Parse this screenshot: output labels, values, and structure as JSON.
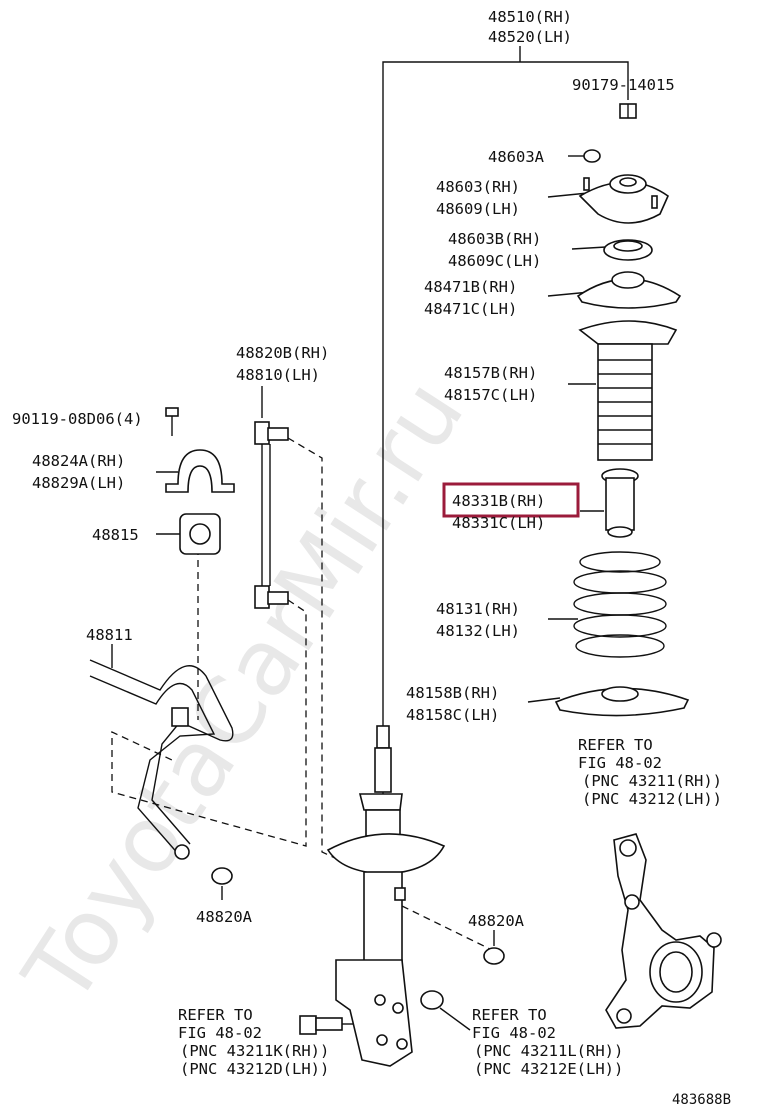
{
  "watermark": "ToyotaCarMir.ru",
  "diagram_code": "483688B",
  "highlight_color": "#9b1b3b",
  "labels": {
    "strut_rh": "48510(RH)",
    "strut_lh": "48520(LH)",
    "nut_top": "90179-14015",
    "mount_nut": "48603A",
    "mount_rh": "48603(RH)",
    "mount_lh": "48609(LH)",
    "bearing_rh": "48603B(RH)",
    "bearing_lh": "48609C(LH)",
    "seat_rh": "48471B(RH)",
    "seat_lh": "48471C(LH)",
    "boot_rh": "48157B(RH)",
    "boot_lh": "48157C(LH)",
    "bumper_rh": "48331B(RH)",
    "bumper_lh": "48331C(LH)",
    "spring_rh": "48131(RH)",
    "spring_lh": "48132(LH)",
    "insulator_rh": "48158B(RH)",
    "insulator_lh": "48158C(LH)",
    "link_rh": "48820B(RH)",
    "link_lh": "48810(LH)",
    "bolt": "90119-08D06(4)",
    "bracket_rh": "48824A(RH)",
    "bracket_lh": "48829A(LH)",
    "bushing": "48815",
    "stabilizer_bar": "48811",
    "nut_a1": "48820A",
    "nut_a2": "48820A",
    "refer_knuckle": [
      "REFER TO",
      "FIG 48-02",
      "(PNC 43211(RH))",
      "(PNC 43212(LH))"
    ],
    "refer_left": [
      "REFER TO",
      "FIG 48-02",
      "(PNC 43211K(RH))",
      "(PNC 43212D(LH))"
    ],
    "refer_right": [
      "REFER TO",
      "FIG 48-02",
      "(PNC 43211L(RH))",
      "(PNC 43212E(LH))"
    ]
  }
}
